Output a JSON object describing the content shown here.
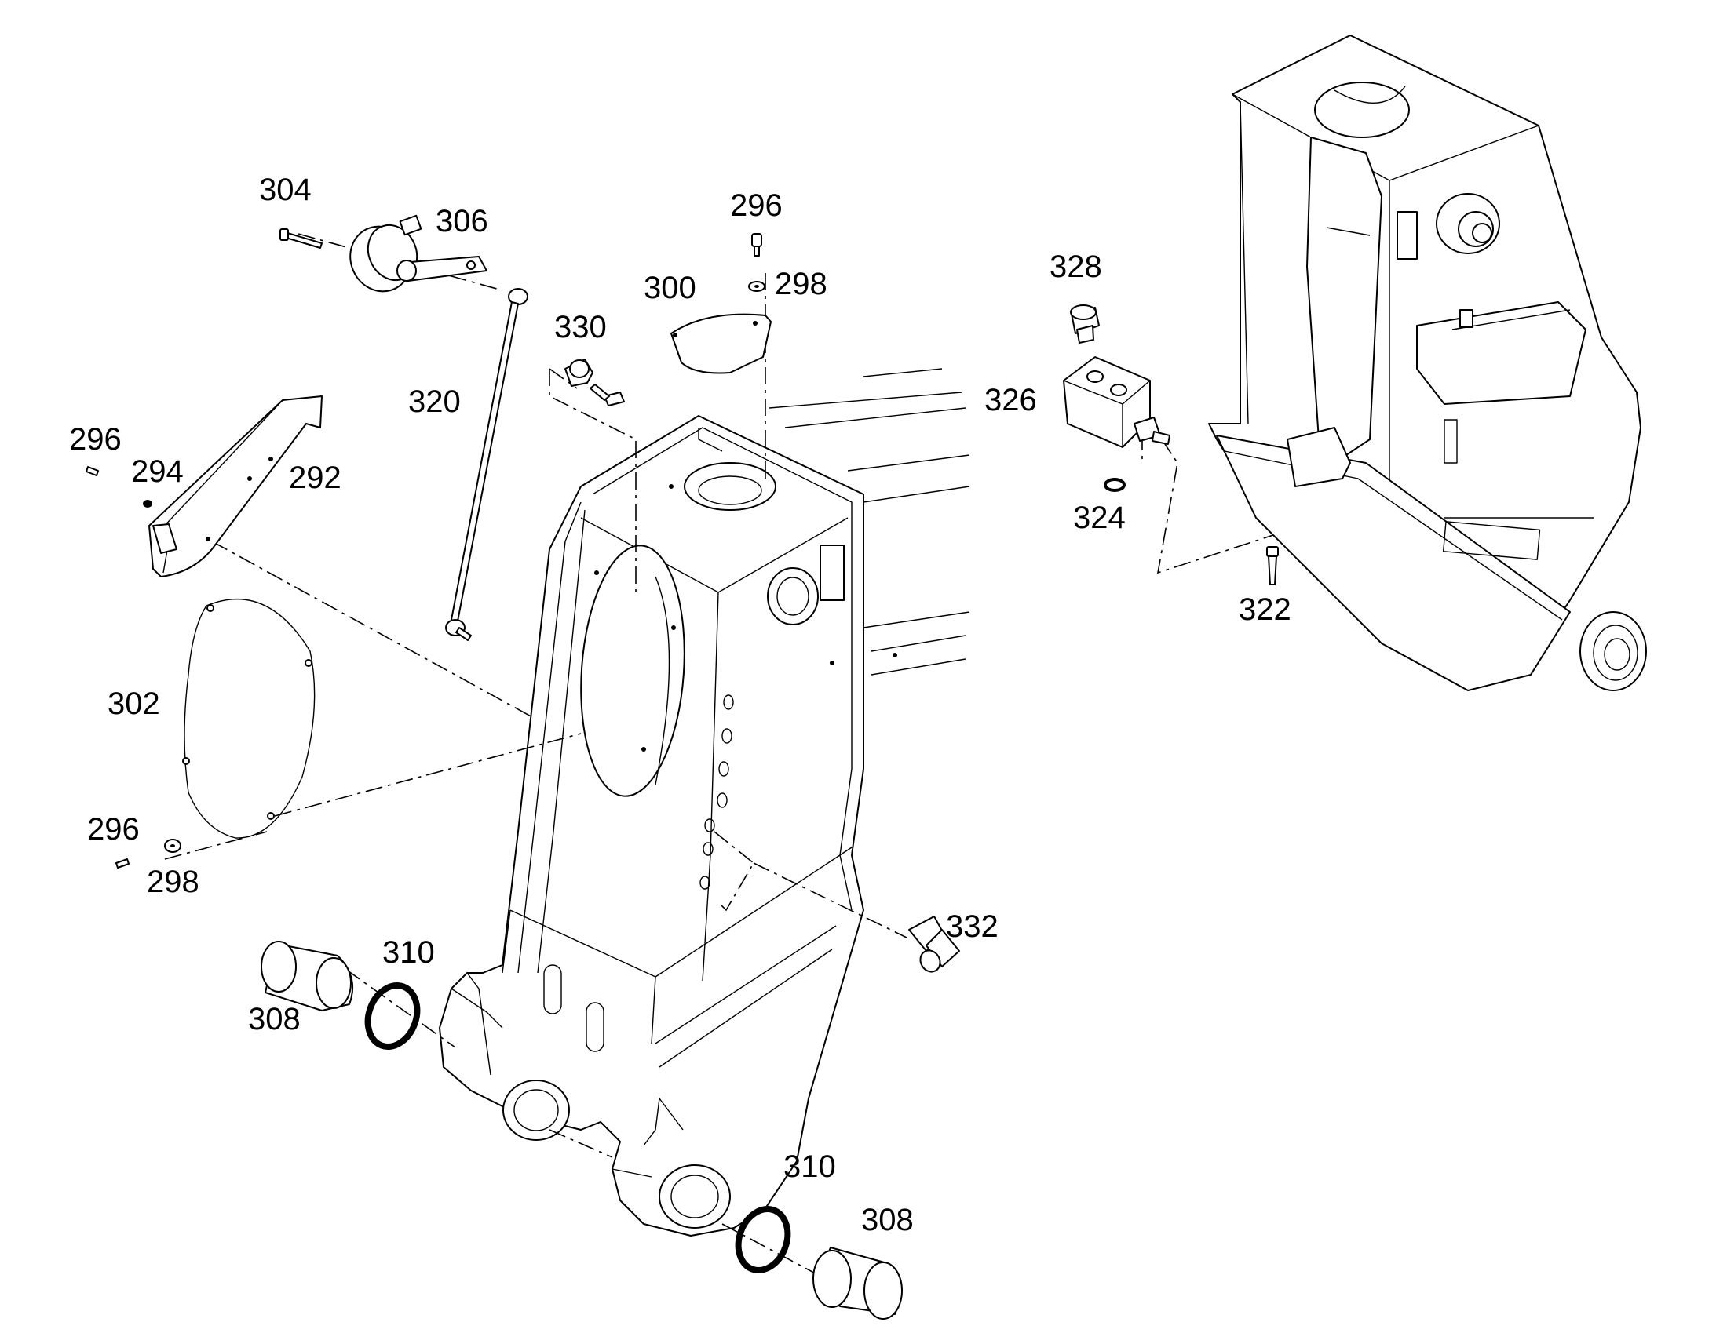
{
  "callouts": [
    "304",
    "306",
    "296",
    "298",
    "300",
    "330",
    "320",
    "328",
    "326",
    "324",
    "322",
    "296",
    "294",
    "292",
    "302",
    "296",
    "298",
    "310",
    "308",
    "332",
    "310",
    "308"
  ]
}
